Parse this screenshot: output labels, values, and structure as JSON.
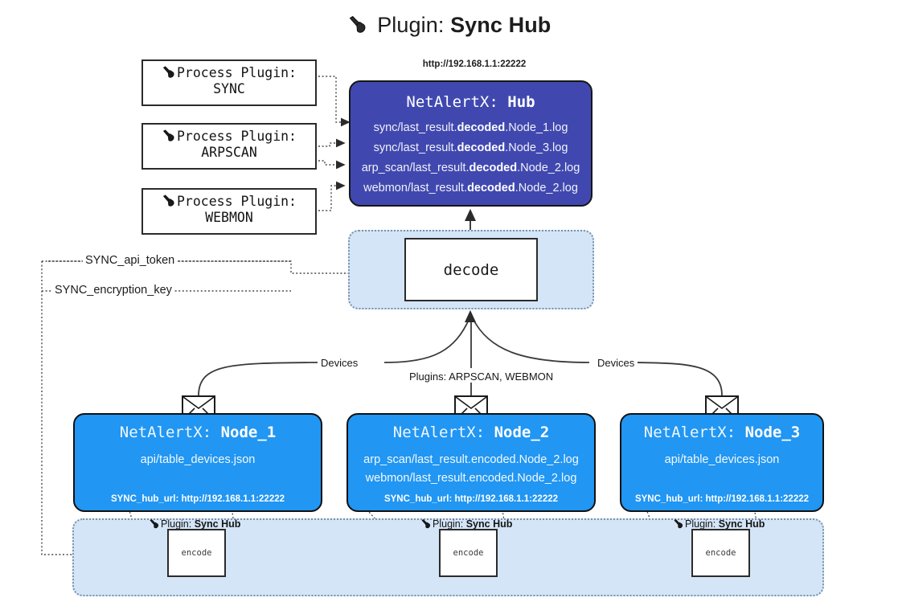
{
  "title": {
    "icon": "electric-plug-icon",
    "label": "Plugin:",
    "value": "Sync Hub"
  },
  "process_plugins": [
    {
      "icon": "electric-plug-icon",
      "label": "Process Plugin:",
      "name": "SYNC"
    },
    {
      "icon": "electric-plug-icon",
      "label": "Process Plugin:",
      "name": "ARPSCAN"
    },
    {
      "icon": "electric-plug-icon",
      "label": "Process Plugin:",
      "name": "WEBMON"
    }
  ],
  "hub": {
    "url": "http://192.168.1.1:22222",
    "app": "NetAlertX:",
    "name": "Hub",
    "color": "#4048b0",
    "logs": [
      {
        "prefix": "sync/last_result.",
        "emphasis": "decoded",
        "suffix": ".Node_1.log"
      },
      {
        "prefix": "sync/last_result.",
        "emphasis": "decoded",
        "suffix": ".Node_3.log"
      },
      {
        "prefix": "arp_scan/last_result.",
        "emphasis": "decoded",
        "suffix": ".Node_2.log"
      },
      {
        "prefix": "webmon/last_result.",
        "emphasis": "decoded",
        "suffix": ".Node_2.log"
      }
    ]
  },
  "decode": {
    "label": "decode",
    "band_color": "#d4e5f7"
  },
  "keys": {
    "api_token": "SYNC_api_token",
    "encryption_key": "SYNC_encryption_key"
  },
  "edges": {
    "devices_left": "Devices",
    "devices_right": "Devices",
    "plugins_center": "Plugins: ARPSCAN, WEBMON"
  },
  "nodes": [
    {
      "app": "NetAlertX:",
      "name": "Node_1",
      "color": "#2196f3",
      "lines": [
        "api/table_devices.json"
      ],
      "hub_url_label": "SYNC_hub_url:",
      "hub_url_value": "http://192.168.1.1:22222",
      "icon": "envelope-icon"
    },
    {
      "app": "NetAlertX:",
      "name": "Node_2",
      "color": "#2196f3",
      "lines": [
        "arp_scan/last_result.encoded.Node_2.log",
        "webmon/last_result.encoded.Node_2.log"
      ],
      "hub_url_label": "SYNC_hub_url:",
      "hub_url_value": "http://192.168.1.1:22222",
      "icon": "envelope-icon"
    },
    {
      "app": "NetAlertX:",
      "name": "Node_3",
      "color": "#2196f3",
      "lines": [
        "api/table_devices.json"
      ],
      "hub_url_label": "SYNC_hub_url:",
      "hub_url_value": "http://192.168.1.1:22222",
      "icon": "envelope-icon"
    }
  ],
  "encoders": [
    {
      "caption_label": "Plugin:",
      "caption_value": "Sync Hub",
      "box_label": "encode",
      "icon": "electric-plug-icon"
    },
    {
      "caption_label": "Plugin:",
      "caption_value": "Sync Hub",
      "box_label": "encode",
      "icon": "electric-plug-icon"
    },
    {
      "caption_label": "Plugin:",
      "caption_value": "Sync Hub",
      "box_label": "encode",
      "icon": "electric-plug-icon"
    }
  ]
}
